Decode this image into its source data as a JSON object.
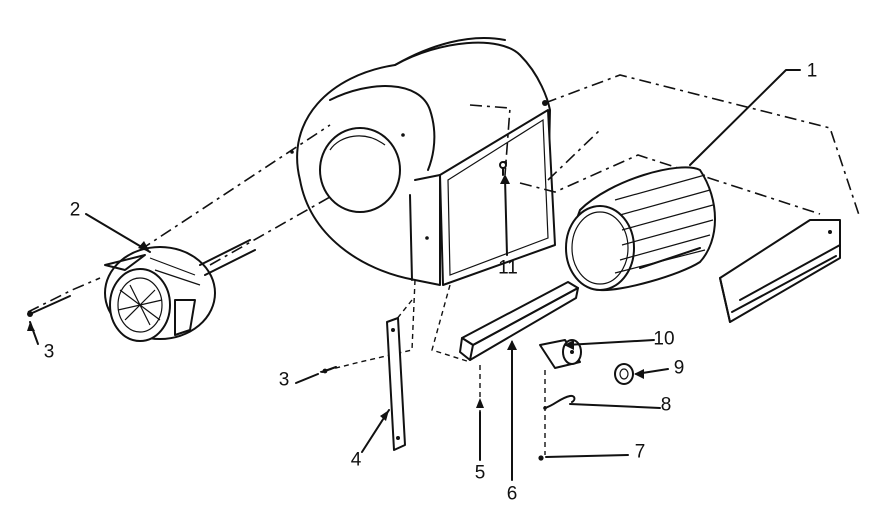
{
  "callouts": [
    {
      "id": "1",
      "text": "1"
    },
    {
      "id": "2",
      "text": "2"
    },
    {
      "id": "3a",
      "text": "3"
    },
    {
      "id": "3b",
      "text": "3"
    },
    {
      "id": "4",
      "text": "4"
    },
    {
      "id": "5",
      "text": "5"
    },
    {
      "id": "6",
      "text": "6"
    },
    {
      "id": "7",
      "text": "7"
    },
    {
      "id": "8",
      "text": "8"
    },
    {
      "id": "9",
      "text": "9"
    },
    {
      "id": "10",
      "text": "10"
    },
    {
      "id": "11",
      "text": "11"
    }
  ]
}
